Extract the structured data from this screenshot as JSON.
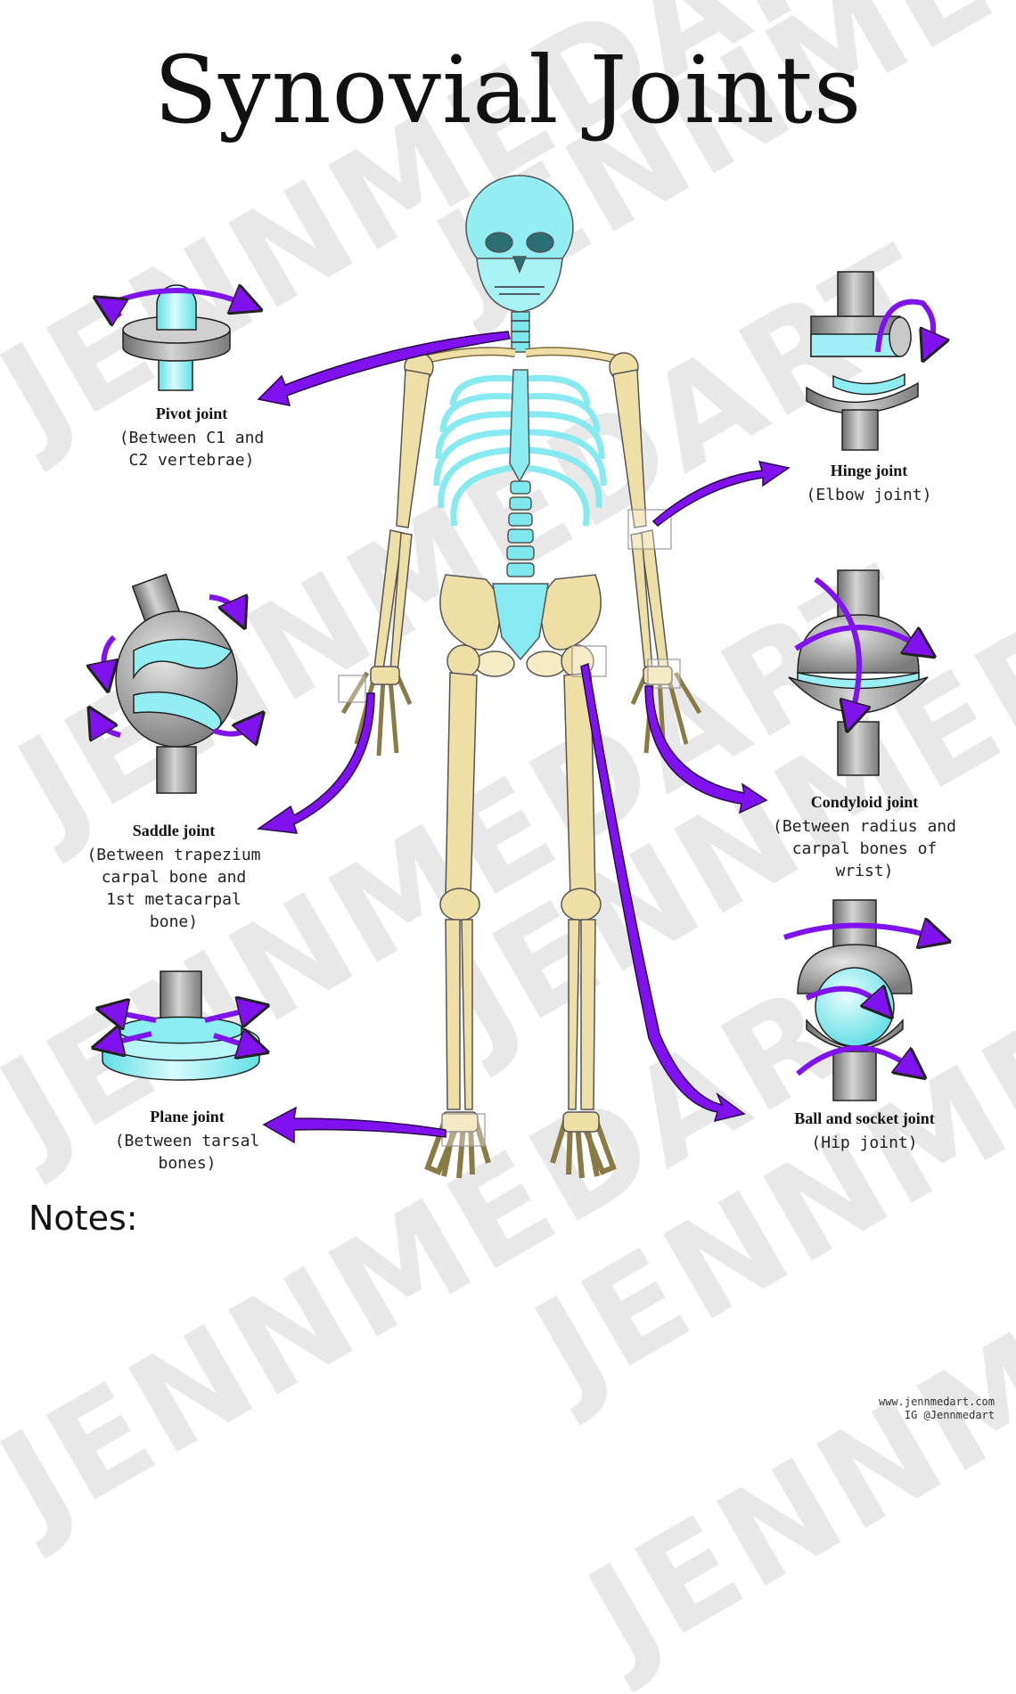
{
  "title": "Synovial Joints",
  "joints": [
    {
      "name": "Pivot joint",
      "desc": "(Between C1 and C2 vertebrae)"
    },
    {
      "name": "Hinge joint",
      "desc": "(Elbow joint)"
    },
    {
      "name": "Saddle joint",
      "desc": "(Between trapezium carpal bone and 1st metacarpal bone)"
    },
    {
      "name": "Condyloid joint",
      "desc": "(Between radius and carpal bones of wrist)"
    },
    {
      "name": "Plane joint",
      "desc": "(Between tarsal bones)"
    },
    {
      "name": "Ball and socket  joint",
      "desc": "(Hip joint)"
    }
  ],
  "notes_label": "Notes:",
  "footer": {
    "website": "www.jennmedart.com",
    "instagram": "IG @Jennmedart"
  },
  "watermark": "JENNMEDART",
  "colors": {
    "bone": "#eedfa6",
    "cyan": "#8af0f5",
    "purple": "#7f12ee",
    "gray": "#a9a9a9"
  }
}
